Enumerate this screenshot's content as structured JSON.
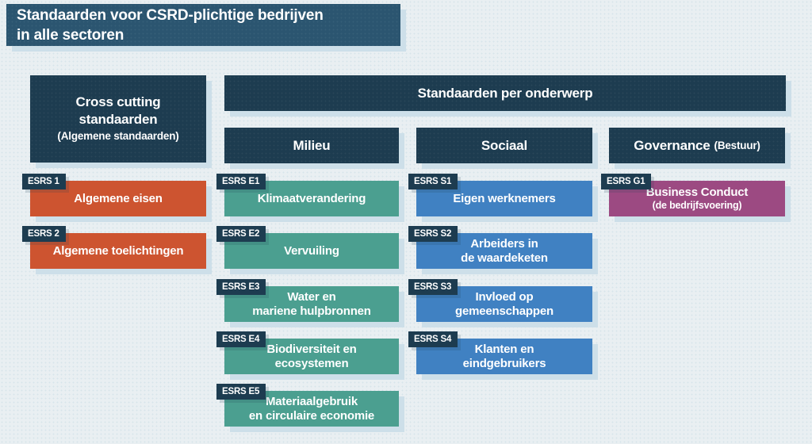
{
  "title": {
    "text": "Standaarden voor CSRD-plichtige bedrijven\nin alle sectoren"
  },
  "headers": {
    "cross_cutting": {
      "title": "Cross cutting\nstandaarden",
      "subtitle": "(Algemene standaarden)"
    },
    "per_onderwerp": "Standaarden per onderwerp",
    "milieu": "Milieu",
    "sociaal": "Sociaal",
    "governance": {
      "title": "Governance",
      "subtitle": "(Bestuur)"
    }
  },
  "cards": {
    "esrs1": {
      "tag": "ESRS 1",
      "text": "Algemene eisen"
    },
    "esrs2": {
      "tag": "ESRS 2",
      "text": "Algemene toelichtingen"
    },
    "e1": {
      "tag": "ESRS E1",
      "text": "Klimaatverandering"
    },
    "e2": {
      "tag": "ESRS E2",
      "text": "Vervuiling"
    },
    "e3": {
      "tag": "ESRS E3",
      "text": "Water en\nmariene hulpbronnen"
    },
    "e4": {
      "tag": "ESRS E4",
      "text": "Biodiversiteit en\necosystemen"
    },
    "e5": {
      "tag": "ESRS E5",
      "text": "Materiaalgebruik\nen circulaire economie"
    },
    "s1": {
      "tag": "ESRS S1",
      "text": "Eigen werknemers"
    },
    "s2": {
      "tag": "ESRS S2",
      "text": "Arbeiders in\nde waardeketen"
    },
    "s3": {
      "tag": "ESRS S3",
      "text": "Invloed op\ngemeenschappen"
    },
    "s4": {
      "tag": "ESRS S4",
      "text": "Klanten en\neindgebruikers"
    },
    "g1": {
      "tag": "ESRS G1",
      "text": "Business Conduct",
      "subtext": "(de bedrijfsvoering)"
    }
  },
  "colors": {
    "background": "#e9eff2",
    "dot": "#d7e4ea",
    "title_bg": "#2b5570",
    "navy": "#1d3c50",
    "orange": "#cd5430",
    "teal": "#4b9f90",
    "blue": "#4081c2",
    "purple": "#9c4a82",
    "shadow": "#cddfe9"
  }
}
